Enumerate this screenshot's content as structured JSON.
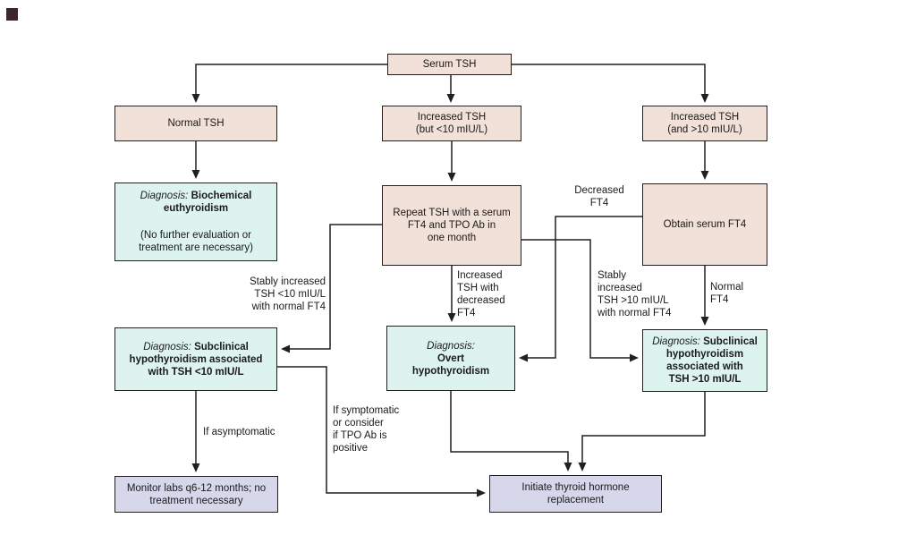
{
  "figure": {
    "description": "Serum TSH diagnostic algorithm flowchart"
  },
  "colors": {
    "box_tan": "#f2e1d8",
    "box_mint": "#ddf3ee",
    "box_lavender": "#d6d7eb",
    "line": "#231f20",
    "text": "#1a1a1a",
    "background": "#ffffff"
  },
  "nodes": {
    "serum_tsh": {
      "label": "Serum TSH"
    },
    "normal_tsh": {
      "label": "Normal TSH"
    },
    "increased_tsh_lt10": {
      "label": "Increased TSH\n(but <10 mIU/L)"
    },
    "increased_tsh_gt10": {
      "label": "Increased TSH\n(and >10 mIU/L)"
    },
    "dx_euthyroidism": {
      "diagnosis_label": "Diagnosis:",
      "diagnosis_value": "Biochemical\neuthyroidism",
      "note": "(No further evaluation or\ntreatment are necessary)"
    },
    "repeat_tsh": {
      "label": "Repeat TSH with a serum\nFT4 and TPO Ab in\none month"
    },
    "obtain_serum_ft4": {
      "label": "Obtain serum FT4"
    },
    "dx_subclinical_lt10": {
      "diagnosis_label": "Diagnosis:",
      "diagnosis_value": "Subclinical\nhypothyroidism associated\nwith TSH <10 mIU/L"
    },
    "dx_overt": {
      "diagnosis_label": "Diagnosis:",
      "diagnosis_value": "Overt\nhypothyroidism"
    },
    "dx_subclinical_gt10": {
      "diagnosis_label": "Diagnosis:",
      "diagnosis_value": "Subclinical\nhypothyroidism\nassociated with\nTSH >10 mIU/L"
    },
    "monitor_labs": {
      "label": "Monitor labs q6-12 months; no\ntreatment necessary"
    },
    "initiate_replacement": {
      "label": "Initiate thyroid hormone\nreplacement"
    }
  },
  "edge_labels": {
    "decreased_ft4": "Decreased\nFT4",
    "stably_increased_lt10": "Stably increased\nTSH <10 mIU/L\nwith normal FT4",
    "increased_tsh_decreased_ft4": "Increased\nTSH with\ndecreased\nFT4",
    "stably_increased_gt10": "Stably\nincreased\nTSH >10 mIU/L\nwith normal FT4",
    "normal_ft4": "Normal\nFT4",
    "if_asymptomatic": "If asymptomatic",
    "if_symptomatic": "If symptomatic\nor consider\nif TPO Ab is\npositive"
  }
}
